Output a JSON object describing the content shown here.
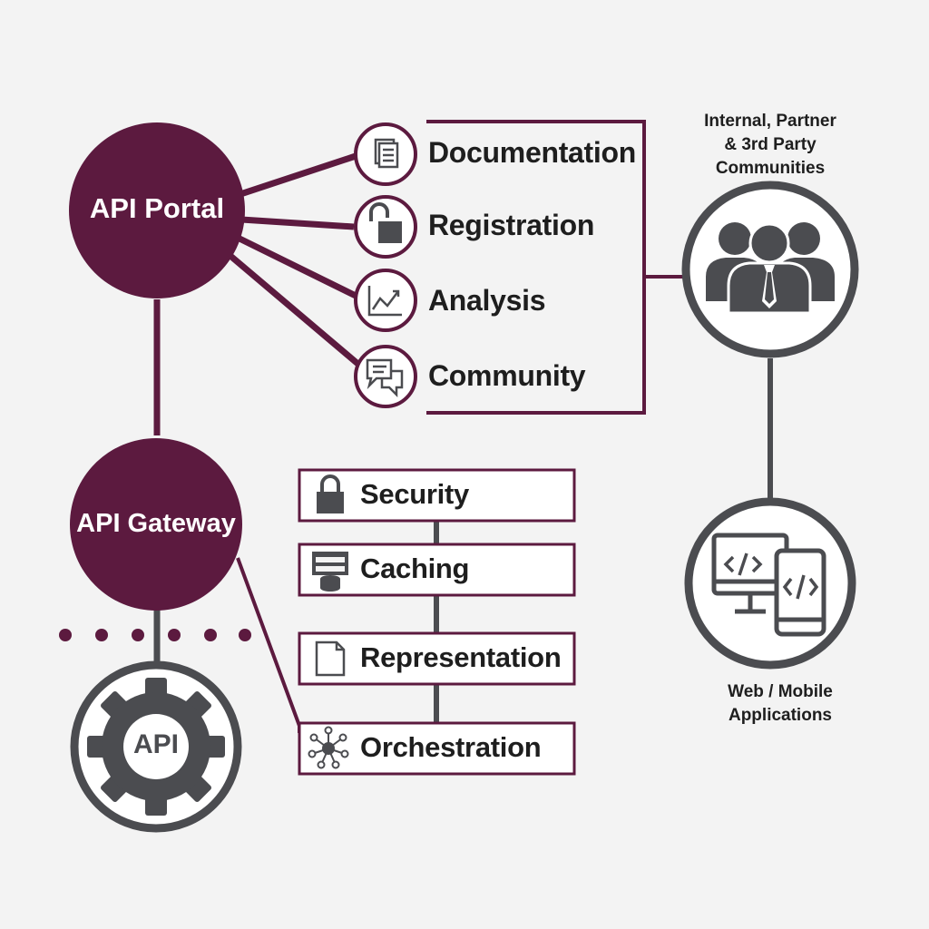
{
  "colors": {
    "plum": "#5c1a3f",
    "gray": "#4b4c50",
    "background": "#f3f3f3",
    "text": "#1e1e1e"
  },
  "portal": {
    "label": "API Portal",
    "features": [
      {
        "label": "Documentation",
        "icon": "document-icon"
      },
      {
        "label": "Registration",
        "icon": "unlocked-padlock-icon"
      },
      {
        "label": "Analysis",
        "icon": "line-chart-icon"
      },
      {
        "label": "Community",
        "icon": "chat-bubbles-icon"
      }
    ]
  },
  "gateway": {
    "label": "API Gateway",
    "policies": [
      {
        "label": "Security",
        "icon": "padlock-icon"
      },
      {
        "label": "Caching",
        "icon": "server-cache-icon"
      },
      {
        "label": "Representation",
        "icon": "page-icon"
      },
      {
        "label": "Orchestration",
        "icon": "network-hub-icon"
      }
    ]
  },
  "api_core": {
    "label": "API",
    "icon": "gear-icon"
  },
  "communities": {
    "caption_lines": [
      "Internal, Partner",
      "& 3rd Party",
      "Communities"
    ],
    "icon": "people-group-icon"
  },
  "applications": {
    "caption_lines": [
      "Web / Mobile",
      "Applications"
    ],
    "icon": "desktop-and-mobile-code-icon"
  }
}
